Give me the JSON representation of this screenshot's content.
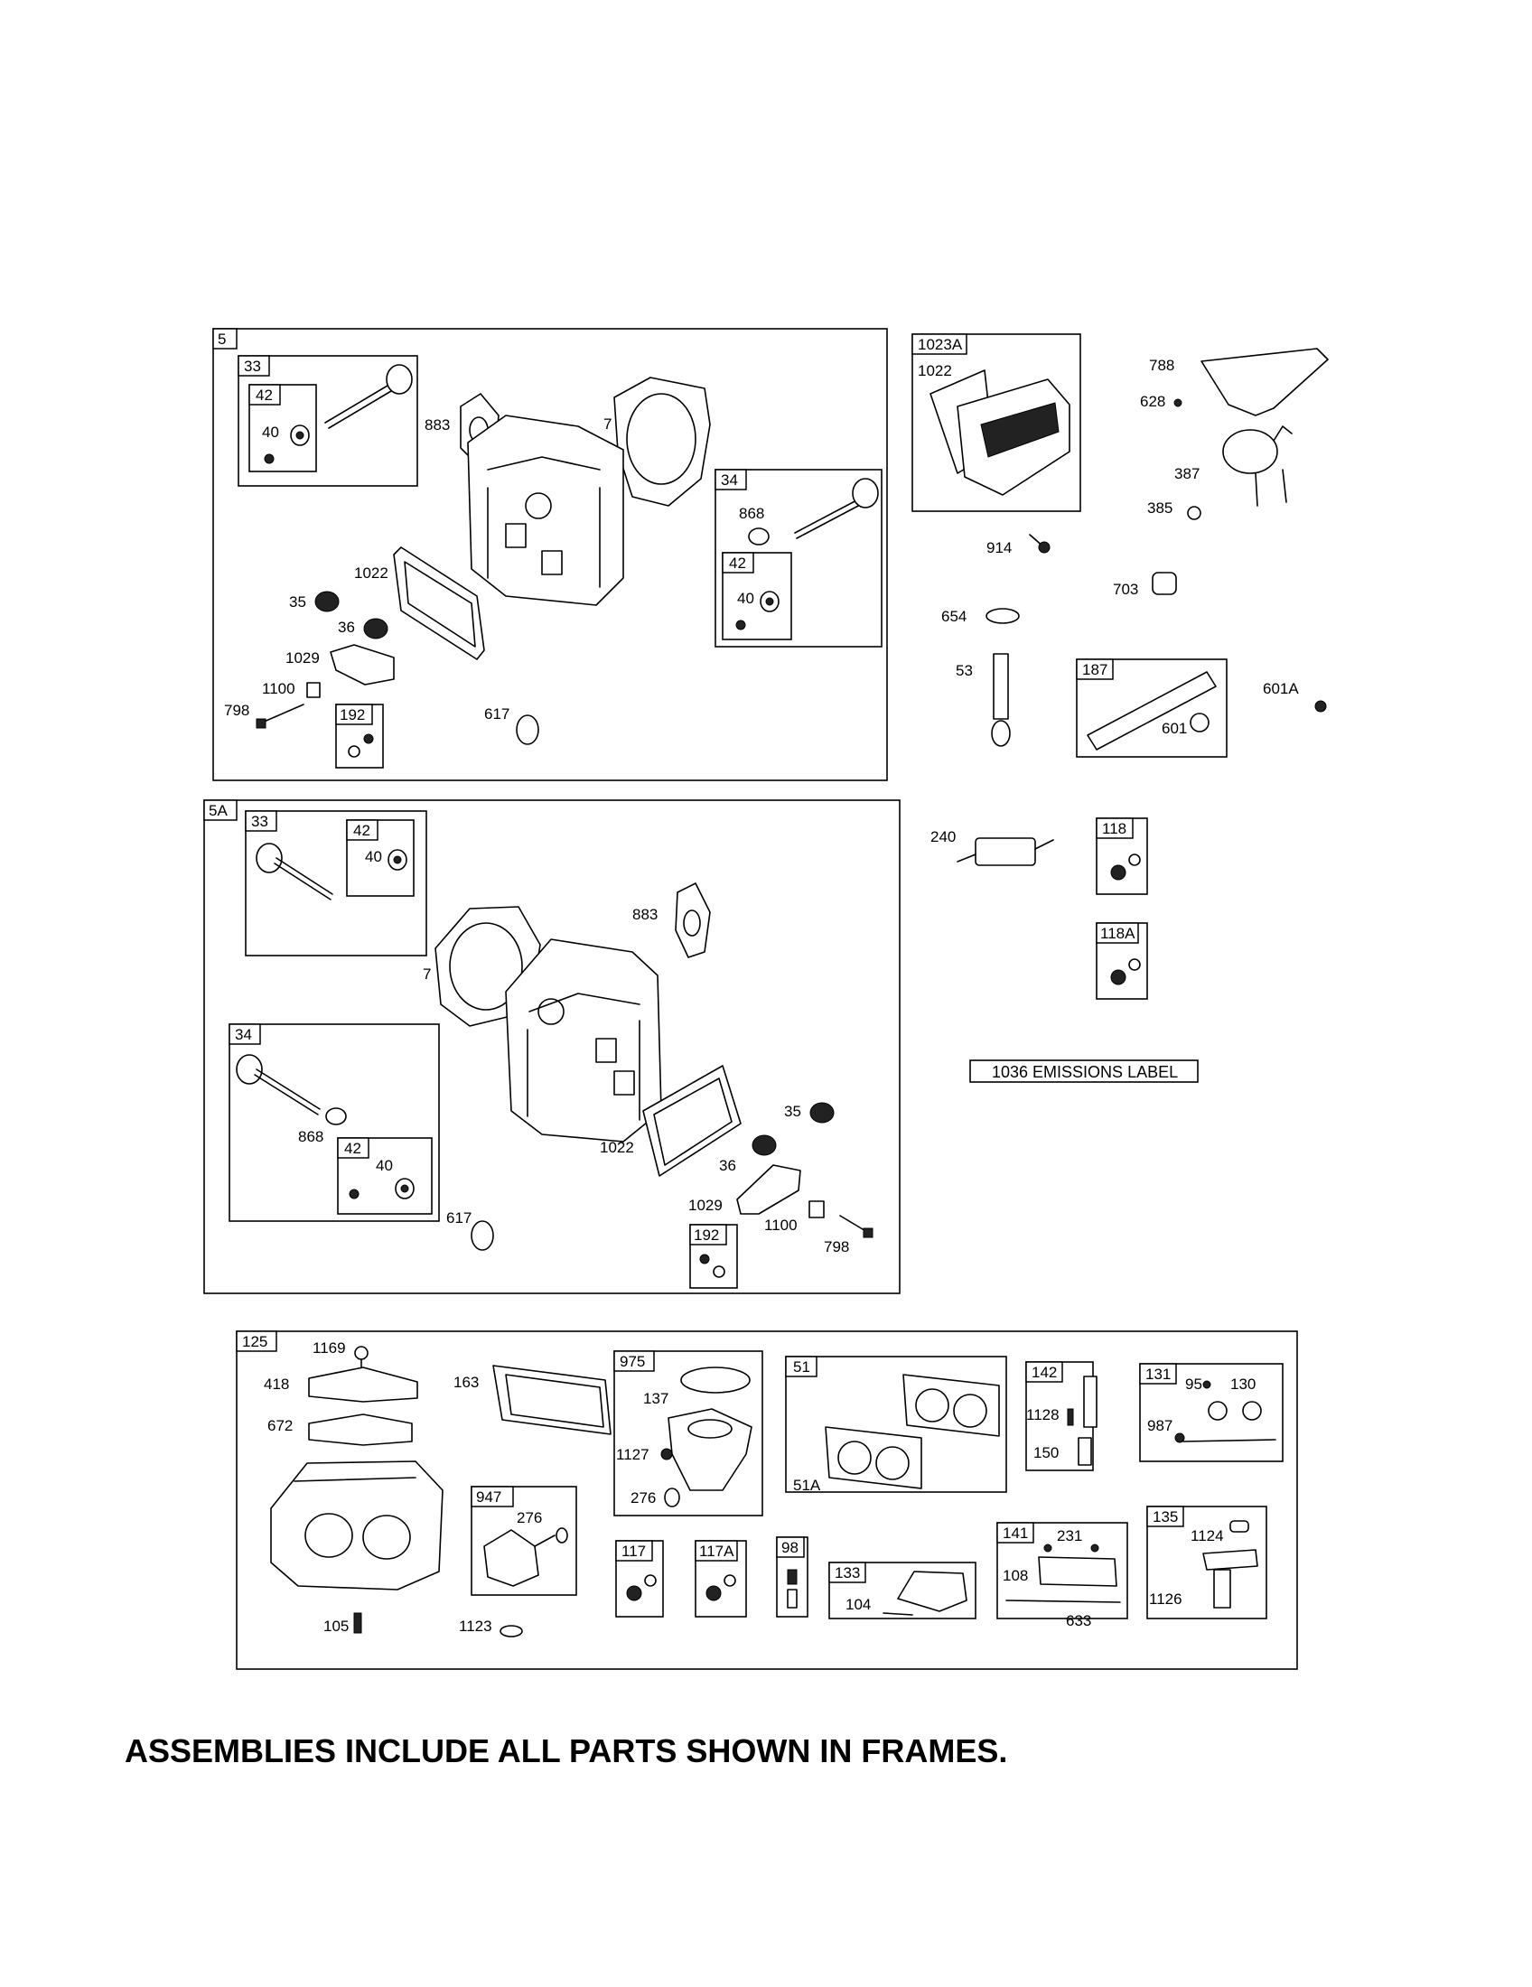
{
  "footer_note": "ASSEMBLIES INCLUDE ALL PARTS SHOWN IN FRAMES.",
  "frames": {
    "f5": "5",
    "f33a": "33",
    "f42a": "42",
    "f34a": "34",
    "f42b": "42",
    "f192a": "192",
    "f1023A": "1023A",
    "f187": "187",
    "f118": "118",
    "f118A": "118A",
    "f5A": "5A",
    "f33b": "33",
    "f42c": "42",
    "f34b": "34",
    "f42d": "42",
    "f192b": "192",
    "f125": "125",
    "f975": "975",
    "f51": "51",
    "f142": "142",
    "f131": "131",
    "f947": "947",
    "f117": "117",
    "f117A": "117A",
    "f98": "98",
    "f133": "133",
    "f141": "141",
    "f135": "135"
  },
  "emissions_label": "1036 EMISSIONS LABEL",
  "labels": {
    "p40a": "40",
    "p883a": "883",
    "p7a": "7",
    "p868a": "868",
    "p40b": "40",
    "p1022a": "1022",
    "p35a": "35",
    "p36a": "36",
    "p1029a": "1029",
    "p1100a": "1100",
    "p798a": "798",
    "p617a": "617",
    "p1022b": "1022",
    "p788": "788",
    "p628": "628",
    "p387": "387",
    "p385": "385",
    "p914": "914",
    "p703": "703",
    "p654": "654",
    "p53": "53",
    "p601A": "601A",
    "p601": "601",
    "p240": "240",
    "p40c": "40",
    "p883b": "883",
    "p7b": "7",
    "p868b": "868",
    "p40d": "40",
    "p35b": "35",
    "p1022c": "1022",
    "p36b": "36",
    "p1029b": "1029",
    "p1100b": "1100",
    "p798b": "798",
    "p617b": "617",
    "p1169": "1169",
    "p418": "418",
    "p672": "672",
    "p163": "163",
    "p137": "137",
    "p1127": "1127",
    "p276a": "276",
    "p51A": "51A",
    "p1128": "1128",
    "p150": "150",
    "p95": "95",
    "p130": "130",
    "p987": "987",
    "p276b": "276",
    "p105": "105",
    "p1123": "1123",
    "p104": "104",
    "p231": "231",
    "p108": "108",
    "p633": "633",
    "p1124": "1124",
    "p1126": "1126"
  }
}
